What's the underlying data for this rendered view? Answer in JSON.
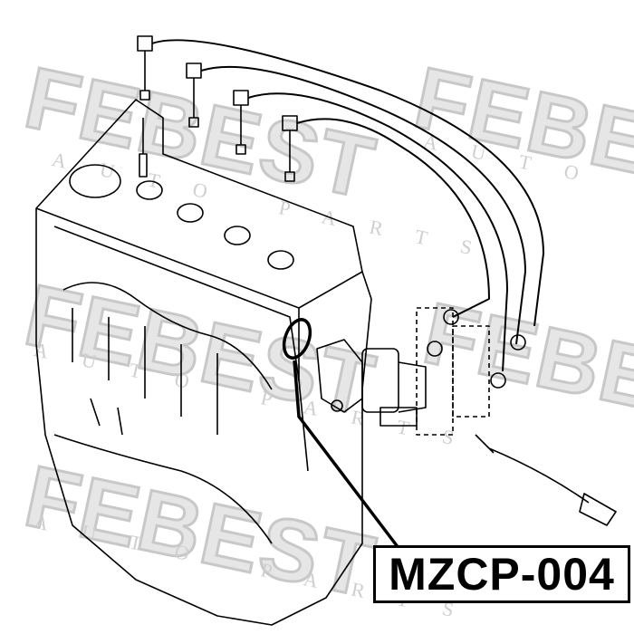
{
  "part_number": "MZCP-004",
  "watermark": {
    "brand": "FEBEST",
    "tagline": "AUTO PARTS"
  },
  "colors": {
    "line": "#000000",
    "watermark": "#d4d4d4",
    "background": "#ffffff"
  }
}
